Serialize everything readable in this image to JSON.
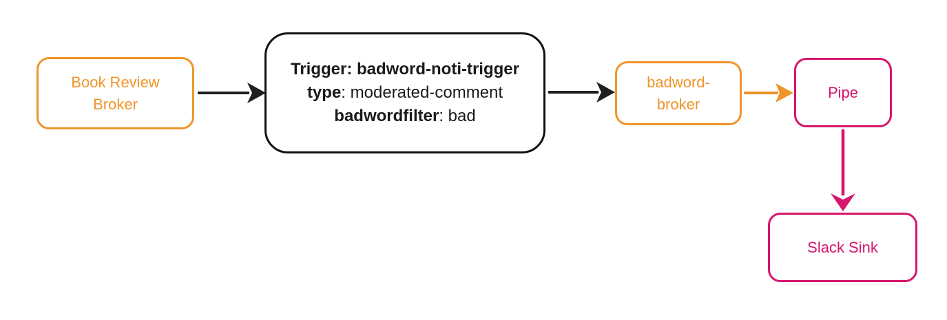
{
  "colors": {
    "orange": "#F0942A",
    "pink": "#D6156C",
    "arrow_dark": "#1F1F1F",
    "node_border_black": "#111111",
    "text_black": "#1A1A1A",
    "background": "#FFFFFF"
  },
  "nodes": {
    "book_review_broker": {
      "line1": "Book Review",
      "line2": "Broker"
    },
    "trigger": {
      "line1_bold": "Trigger: badword-noti-trigger",
      "line2_bold": "type",
      "line2_rest": ": moderated-comment",
      "line3_bold": "badwordfilter",
      "line3_rest": ": bad"
    },
    "badword_broker": {
      "line1": "badword-",
      "line2": "broker"
    },
    "pipe": {
      "label": "Pipe"
    },
    "slack_sink": {
      "label": "Slack Sink"
    }
  },
  "edges": [
    {
      "from": "book_review_broker",
      "to": "trigger",
      "color": "dark"
    },
    {
      "from": "trigger",
      "to": "badword_broker",
      "color": "dark"
    },
    {
      "from": "badword_broker",
      "to": "pipe",
      "color": "orange"
    },
    {
      "from": "pipe",
      "to": "slack_sink",
      "color": "pink"
    }
  ]
}
